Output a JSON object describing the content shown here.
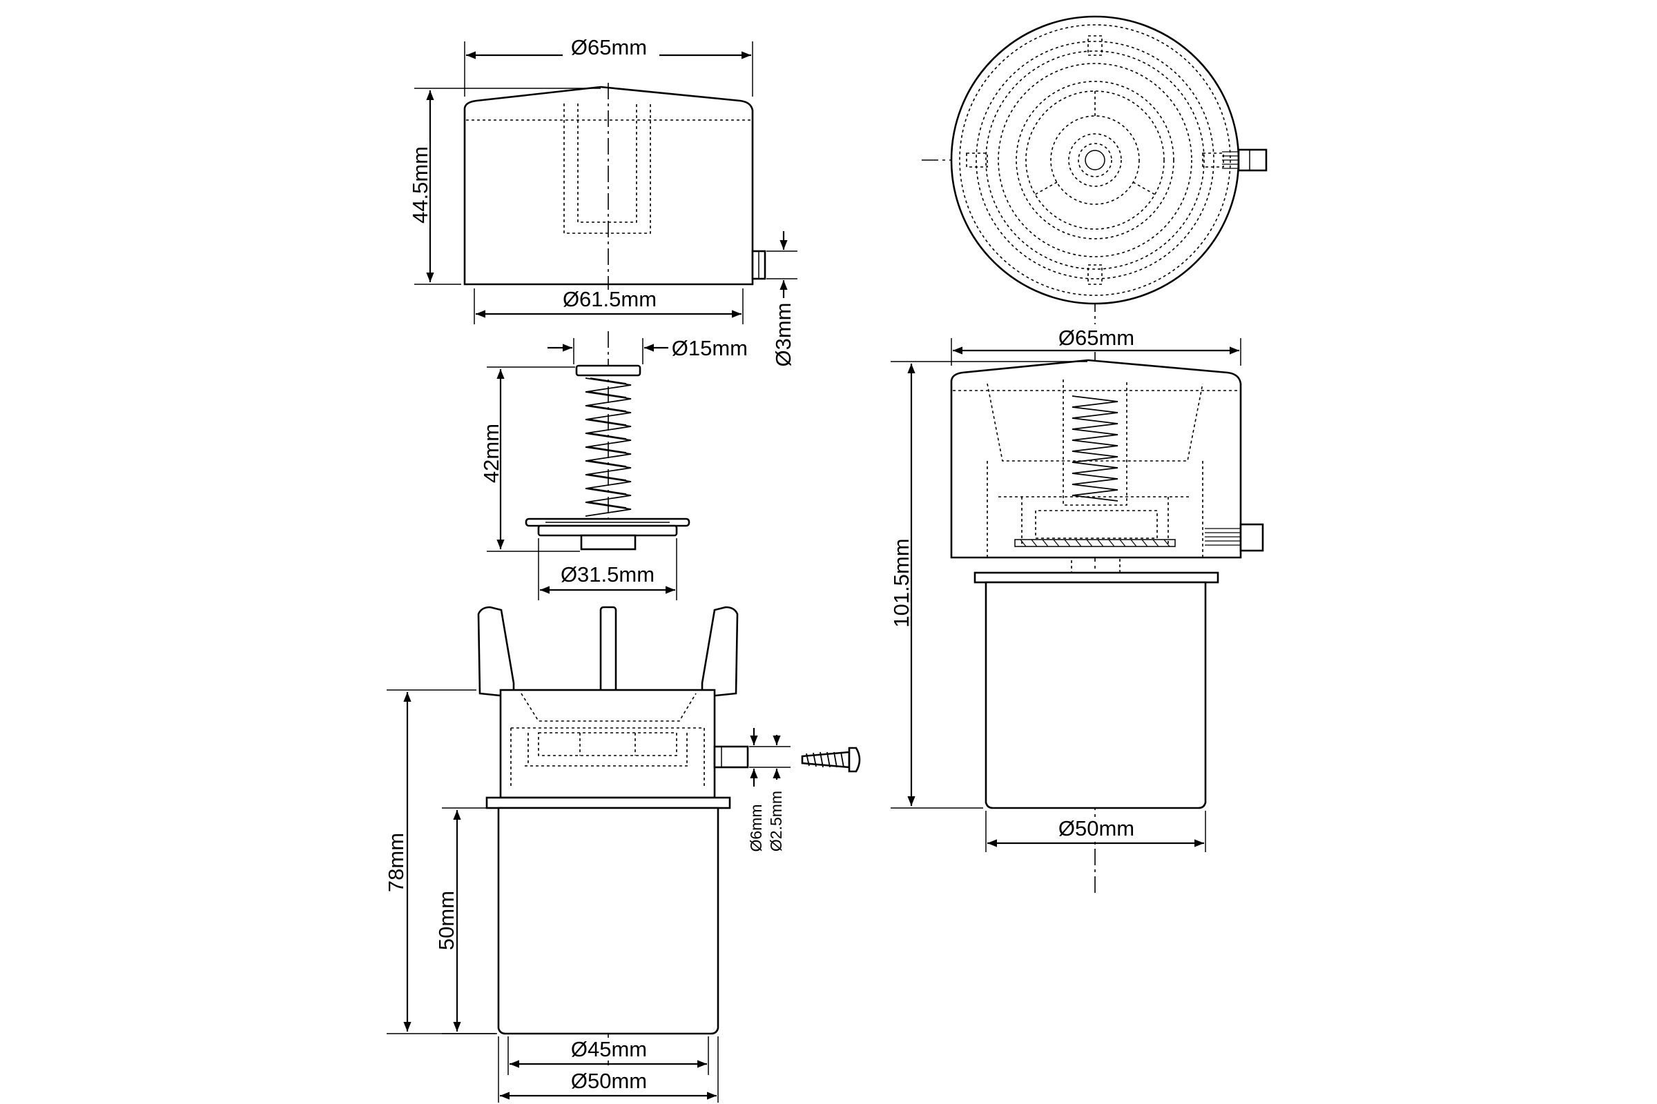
{
  "drawing": {
    "cap_side_view": {
      "diameter_top": "Ø65mm",
      "height": "44.5mm",
      "diameter_bottom": "Ø61.5mm",
      "pin_diameter": "Ø3mm"
    },
    "spring_valve": {
      "stem_diameter": "Ø15mm",
      "height": "42mm",
      "base_diameter": "Ø31.5mm"
    },
    "body_side_view": {
      "total_height": "78mm",
      "pipe_height": "50mm",
      "inner_diameter": "Ø45mm",
      "outer_diameter": "Ø50mm",
      "screw_head_diameter": "Ø6mm",
      "screw_diameter": "Ø2.5mm"
    },
    "assembled_view": {
      "diameter_top": "Ø65mm",
      "total_height": "101.5mm",
      "pipe_diameter": "Ø50mm"
    }
  }
}
